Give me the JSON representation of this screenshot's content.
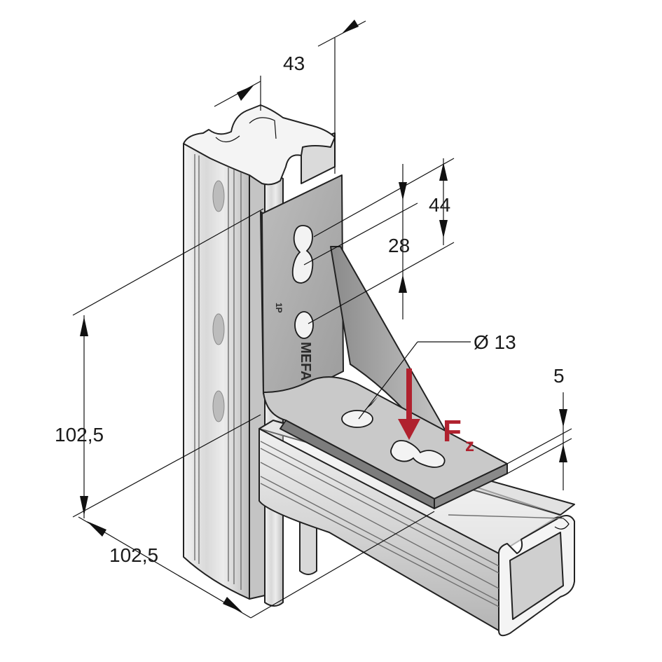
{
  "dimensions": {
    "channel_width": "43",
    "hole_spacing_outer": "44",
    "hole_spacing_inner": "28",
    "hole_diameter": "Ø 13",
    "plate_thickness": "5",
    "vertical_leg": "102,5",
    "horizontal_leg": "102,5"
  },
  "force": {
    "label": "F",
    "subscript": "z",
    "color": "#b0212e"
  },
  "stamps": {
    "brand": "MEFA",
    "part": "1P"
  },
  "colors": {
    "metal_light": "#e6e6e6",
    "metal_mid": "#cfcfcf",
    "metal_dark": "#9a9a9a",
    "line": "#222222"
  }
}
